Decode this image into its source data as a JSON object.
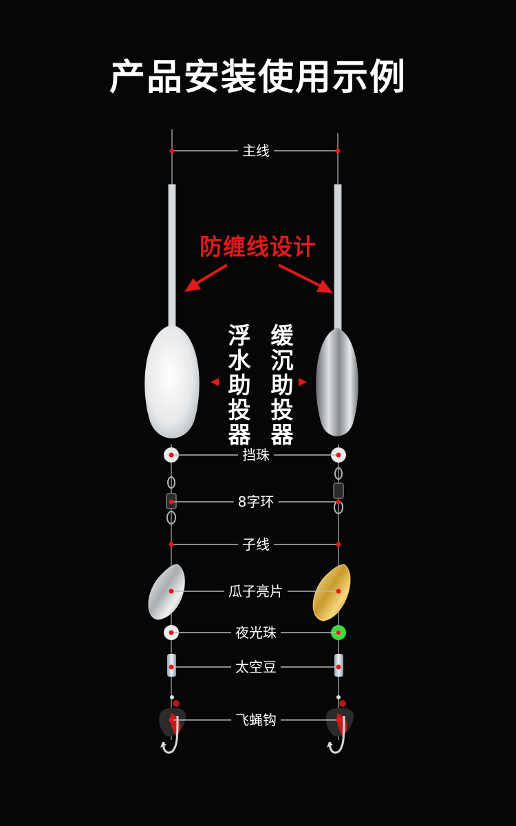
{
  "title": "产品安装使用示例",
  "design_note": "防缠线设计",
  "left_float_label": "浮水助投器",
  "right_float_label": "缓沉助投器",
  "labels": {
    "main_line": "主线",
    "stop_bead": "挡珠",
    "swivel": "8字环",
    "leader": "子线",
    "spinner": "瓜子亮片",
    "glow_bead": "夜光珠",
    "space_bean": "太空豆",
    "fly_hook": "飞蝇钩"
  },
  "colors": {
    "background": "#060606",
    "accent_red": "#e21a1a",
    "glow_green": "#3ddc3d",
    "gold": "#d8b24a"
  }
}
